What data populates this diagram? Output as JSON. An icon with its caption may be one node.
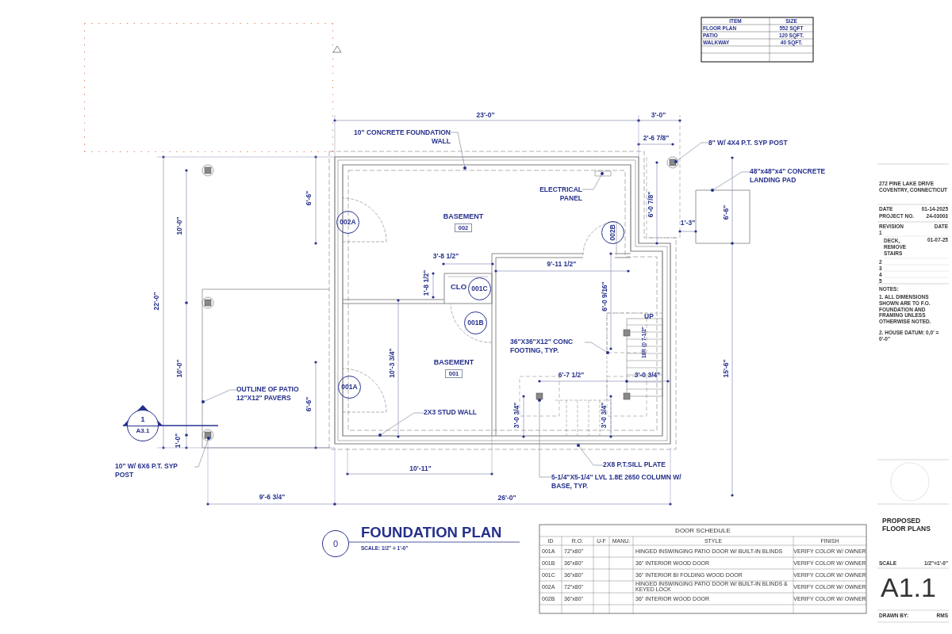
{
  "diagram": {
    "title": "FOUNDATION PLAN",
    "nodes": [
      {
        "text": [
          "10\" CONCRETE FOUNDATION WALL"
        ]
      },
      {
        "text": [
          "ELECTRICAL PANEL"
        ]
      },
      {
        "text": [
          "8\" W/ 4X4 P.T. SYP POST"
        ]
      },
      {
        "text": [
          "48\"x48\"x4\" CONCRETE LANDING PAD"
        ]
      },
      {
        "text": [
          "36\"X36\"X12\" CONC FOOTING, TYP."
        ]
      },
      {
        "text": [
          "OUTLINE OF PATIO 12\"X12\" PAVERS"
        ]
      },
      {
        "text": [
          "2X3 STUD WALL"
        ]
      },
      {
        "text": [
          "10\" W/ 6X6 P.T. SYP POST"
        ]
      },
      {
        "text": [
          "2X8 P.T.SILL PLATE"
        ]
      },
      {
        "text": [
          "5-1/4\"X5-1/4\" LVL 1.8E 2650 COLUMN W/ BASE, TYP."
        ]
      },
      {
        "text": [
          "002"
        ],
        "beside": [
          "BASEMENT"
        ]
      },
      {
        "text": [
          "002A"
        ]
      },
      {
        "text": [
          "002B"
        ]
      },
      {
        "text": [
          "001C"
        ]
      },
      {
        "text": [
          "001B"
        ]
      },
      {
        "text": [
          "001"
        ],
        "beside": [
          "BASEMENT"
        ]
      },
      {
        "text": [
          "001A"
        ]
      },
      {
        "text": [
          "1",
          "A3.1"
        ]
      },
      {
        "text": [
          "0"
        ]
      },
      {
        "text": [],
        "shape": "cloud"
      }
    ],
    "edges": [
      {
        "from": 0,
        "to": null,
        "arrow": "other"
      },
      {
        "from": 1,
        "to": null,
        "arrow": "other"
      },
      {
        "from": 2,
        "to": null,
        "arrow": "other"
      },
      {
        "from": 3,
        "to": null,
        "arrow": "other"
      },
      {
        "from": 4,
        "to": null,
        "arrow": "other"
      },
      {
        "from": 5,
        "to": null,
        "arrow": "other"
      },
      {
        "from": 6,
        "to": null,
        "arrow": "other"
      },
      {
        "from": 7,
        "to": null,
        "arrow": "other"
      },
      {
        "from": 8,
        "to": null,
        "arrow": "other"
      },
      {
        "from": 9,
        "to": null,
        "arrow": "other"
      }
    ],
    "labels": [
      "ITEM",
      "SIZE",
      "FLOOR PLAN",
      "552 SQFT",
      "PATIO",
      "120 SQFT.",
      "WALKWAY",
      "40 SQFT.",
      "23'-0\"",
      "3'-0\"",
      "2'-6 7/8\"",
      "6'-0 7/8\"",
      "6'-6\"",
      "10'-0\"",
      "22'-0\"",
      "6'-6\"",
      "1'-3\"",
      "3'-8 1/2\"",
      "9'-11 1/2\"",
      "1'-8 1/2\"",
      "6'-0 9/16\"",
      "UP",
      "18R @ 7-1/2\"",
      "10'-3 3/4\"",
      "10'-0\"",
      "15'-6\"",
      "6'-7 1/2\"",
      "3'-0 3/4\"",
      "6'-6\"",
      "3'-0 3/4\"",
      "3'-0 3/4\"",
      "1'-0\"",
      "10'-11\"",
      "9'-6 3/4\"",
      "26'-0\"",
      "SCALE: 1/2\" = 1'-0\"",
      "DOOR SCHEDULE",
      "ID",
      "R.O.",
      "U-F",
      "MANU.",
      "STYLE",
      "FINISH",
      "001A",
      "72\"x80\"",
      "HINGED INSWINGING PATIO DOOR W/ BUILT-IN BLINDS",
      "VERIFY COLOR W/ OWNER",
      "001B",
      "36\"x80\"",
      "36\" INTERIOR WOOD DOOR",
      "VERIFY COLOR W/ OWNER",
      "001C",
      "36\"x80\"",
      "36\" INTERIOR BI FOLDING WOOD DOOR",
      "VERIFY COLOR W/ OWNER",
      "002A",
      "72\"x80\"",
      "HINGED INSWINGING PATIO DOOR W/ BUILT-IN BLINDS & KEYED LOCK",
      "VERIFY COLOR W/ OWNER",
      "002B",
      "36\"x80\"",
      "36\" INTERIOR WOOD DOOR",
      "VERIFY COLOR W/ OWNER",
      "272 PINE LAKE DRIVE COVENTRY, CONNECTICUT",
      "DATE",
      "01-14-2025",
      "PROJECT NO.",
      "24-03003",
      "REVISION",
      "DATE",
      "1",
      "DECK, REMOVE STAIRS",
      "01-07-25",
      "2",
      "3",
      "4",
      "5",
      "NOTES:",
      "1. ALL DIMENSIONS SHOWN ARE TO F.O. FOUNDATION AND FRAMING UNLESS OTHERWISE NOTED.",
      "2. HOUSE DATUM: 0,0' = 0'-0\"",
      "PROPOSED FLOOR PLANS",
      "SCALE",
      "1/2\"=1'-0\"",
      "A1.1",
      "DRAWN BY:",
      "RMS",
      "CLO"
    ]
  }
}
